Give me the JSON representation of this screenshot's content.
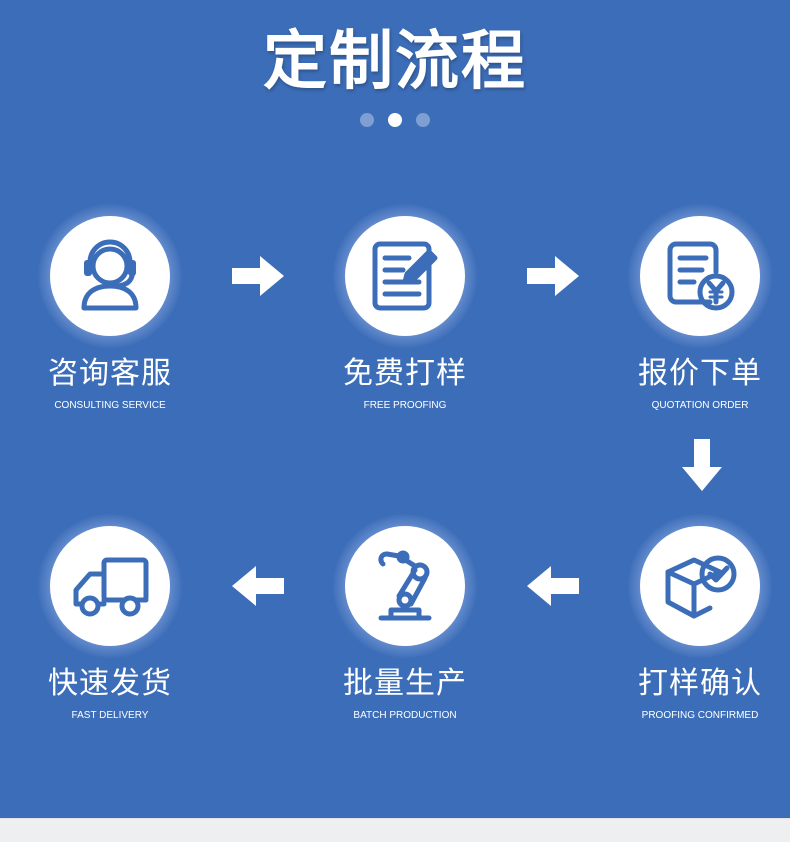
{
  "title": "定制流程",
  "carousel": {
    "total": 3,
    "active": 1
  },
  "colors": {
    "background": "#3c6db8",
    "icon": "#3c6db8",
    "text": "#ffffff"
  },
  "steps": [
    {
      "zh": "咨询客服",
      "en": "CONSULTING SERVICE",
      "icon": "headset-agent-icon"
    },
    {
      "zh": "免费打样",
      "en": "FREE PROOFING",
      "icon": "document-pen-icon"
    },
    {
      "zh": "报价下单",
      "en": "QUOTATION ORDER",
      "icon": "document-yen-icon"
    },
    {
      "zh": "打样确认",
      "en": "PROOFING CONFIRMED",
      "icon": "box-check-icon"
    },
    {
      "zh": "批量生产",
      "en": "BATCH PRODUCTION",
      "icon": "robot-arm-icon"
    },
    {
      "zh": "快速发货",
      "en": "FAST DELIVERY",
      "icon": "delivery-truck-icon"
    }
  ]
}
